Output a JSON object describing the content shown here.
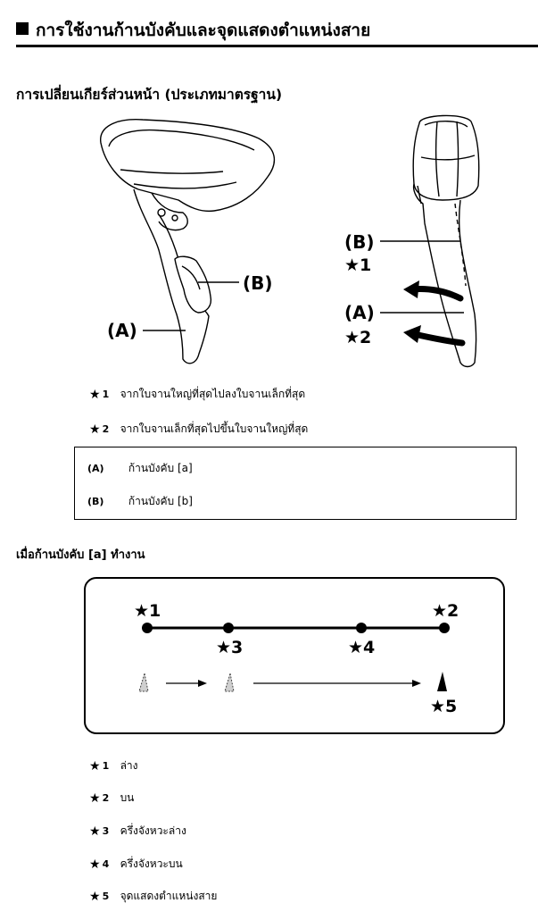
{
  "title": "การใช้งานก้านบังคับและจุดแสดงตำแหน่งสาย",
  "section_front": "การเปลี่ยนเกียร์ส่วนหน้า (ประเภทมาตรฐาน)",
  "diagram_labels": {
    "a": "(A)",
    "b": "(B)",
    "star1": "★1",
    "star2": "★2"
  },
  "notes_top": [
    {
      "star": "★",
      "num": "1",
      "text": "จากใบจานใหญ่ที่สุดไปลงใบจานเล็กที่สุด"
    },
    {
      "star": "★",
      "num": "2",
      "text": "จากใบจานเล็กที่สุดไปขึ้นใบจานใหญ่ที่สุด"
    }
  ],
  "legend": [
    {
      "key": "(A)",
      "text": "ก้านบังคับ [a]"
    },
    {
      "key": "(B)",
      "text": "ก้านบังคับ [b]"
    }
  ],
  "section_lever_a": "เมื่อก้านบังคับ [a] ทำงาน",
  "positions": {
    "p1": "★1",
    "p2": "★2",
    "p3": "★3",
    "p4": "★4",
    "p5": "★5"
  },
  "notes_bottom": [
    {
      "star": "★",
      "num": "1",
      "text": "ล่าง"
    },
    {
      "star": "★",
      "num": "2",
      "text": "บน"
    },
    {
      "star": "★",
      "num": "3",
      "text": "ครึ่งจังหวะล่าง"
    },
    {
      "star": "★",
      "num": "4",
      "text": "ครึ่งจังหวะบน"
    },
    {
      "star": "★",
      "num": "5",
      "text": "จุดแสดงตำแหน่งสาย"
    }
  ]
}
